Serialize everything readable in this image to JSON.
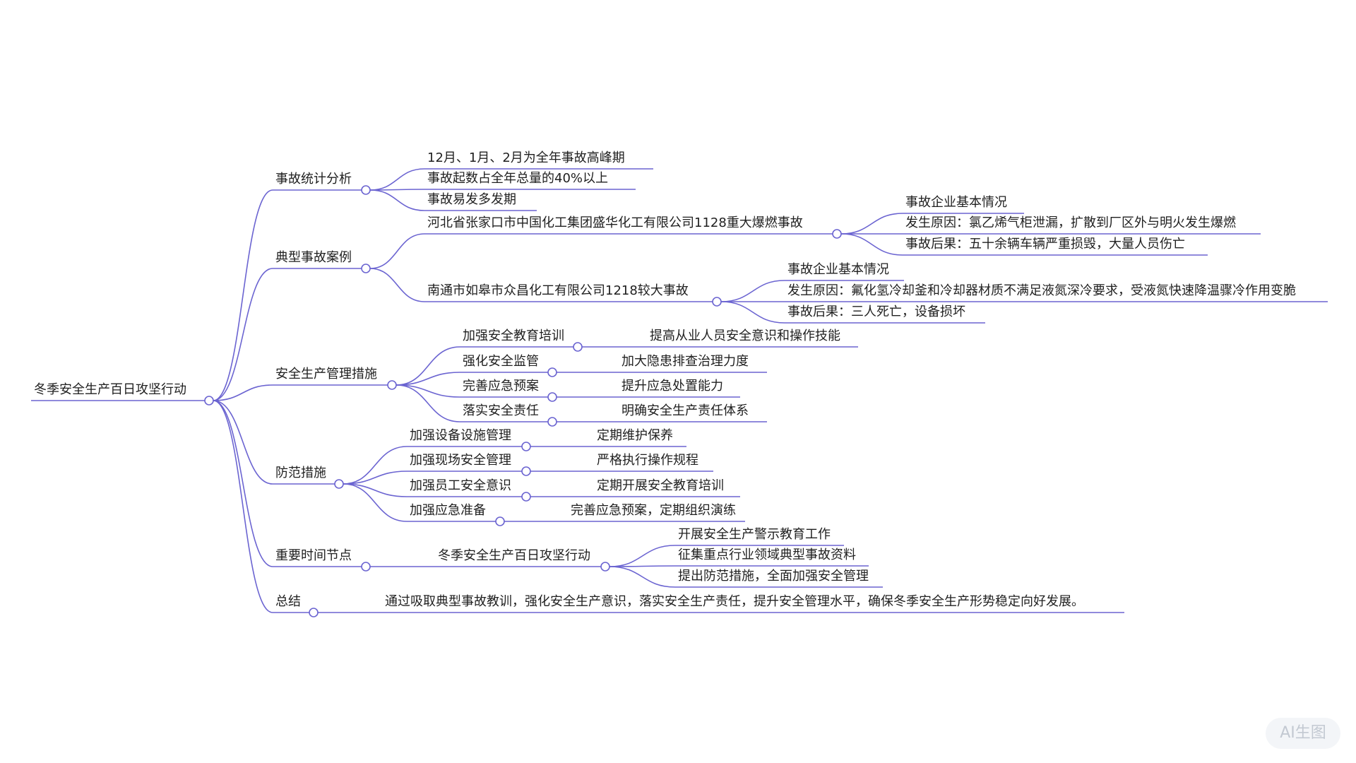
{
  "colors": {
    "line": "#6b64d1",
    "text": "#1f1f1f",
    "node_fill": "#ffffff"
  },
  "root": {
    "label": "冬季安全生产百日攻坚行动"
  },
  "branches": [
    {
      "label": "事故统计分析",
      "children": [
        {
          "label": "12月、1月、2月为全年事故高峰期"
        },
        {
          "label": "事故起数占全年总量的40%以上"
        },
        {
          "label": "事故易发多发期"
        }
      ]
    },
    {
      "label": "典型事故案例",
      "children": [
        {
          "label": "河北省张家口市中国化工集团盛华化工有限公司1128重大爆燃事故",
          "children": [
            {
              "label": "事故企业基本情况"
            },
            {
              "label": "发生原因：氯乙烯气柜泄漏，扩散到厂区外与明火发生爆燃"
            },
            {
              "label": "事故后果：五十余辆车辆严重损毁，大量人员伤亡"
            }
          ]
        },
        {
          "label": "南通市如皋市众昌化工有限公司1218较大事故",
          "children": [
            {
              "label": "事故企业基本情况"
            },
            {
              "label": "发生原因：氟化氢冷却釜和冷却器材质不满足液氮深冷要求，受液氮快速降温骤冷作用变脆"
            },
            {
              "label": "事故后果：三人死亡，设备损坏"
            }
          ]
        }
      ]
    },
    {
      "label": "安全生产管理措施",
      "children": [
        {
          "label": "加强安全教育培训",
          "children": [
            {
              "label": "提高从业人员安全意识和操作技能"
            }
          ]
        },
        {
          "label": "强化安全监管",
          "children": [
            {
              "label": "加大隐患排查治理力度"
            }
          ]
        },
        {
          "label": "完善应急预案",
          "children": [
            {
              "label": "提升应急处置能力"
            }
          ]
        },
        {
          "label": "落实安全责任",
          "children": [
            {
              "label": "明确安全生产责任体系"
            }
          ]
        }
      ]
    },
    {
      "label": "防范措施",
      "children": [
        {
          "label": "加强设备设施管理",
          "children": [
            {
              "label": "定期维护保养"
            }
          ]
        },
        {
          "label": "加强现场安全管理",
          "children": [
            {
              "label": "严格执行操作规程"
            }
          ]
        },
        {
          "label": "加强员工安全意识",
          "children": [
            {
              "label": "定期开展安全教育培训"
            }
          ]
        },
        {
          "label": "加强应急准备",
          "children": [
            {
              "label": "完善应急预案，定期组织演练"
            }
          ]
        }
      ]
    },
    {
      "label": "重要时间节点",
      "children": [
        {
          "label": "冬季安全生产百日攻坚行动",
          "children": [
            {
              "label": "开展安全生产警示教育工作"
            },
            {
              "label": "征集重点行业领域典型事故资料"
            },
            {
              "label": "提出防范措施，全面加强安全管理"
            }
          ]
        }
      ]
    },
    {
      "label": "总结",
      "children": [
        {
          "label": "通过吸取典型事故教训，强化安全生产意识，落实安全生产责任，提升安全管理水平，确保冬季安全生产形势稳定向好发展。"
        }
      ]
    }
  ],
  "watermark": {
    "label": "AI生图"
  }
}
